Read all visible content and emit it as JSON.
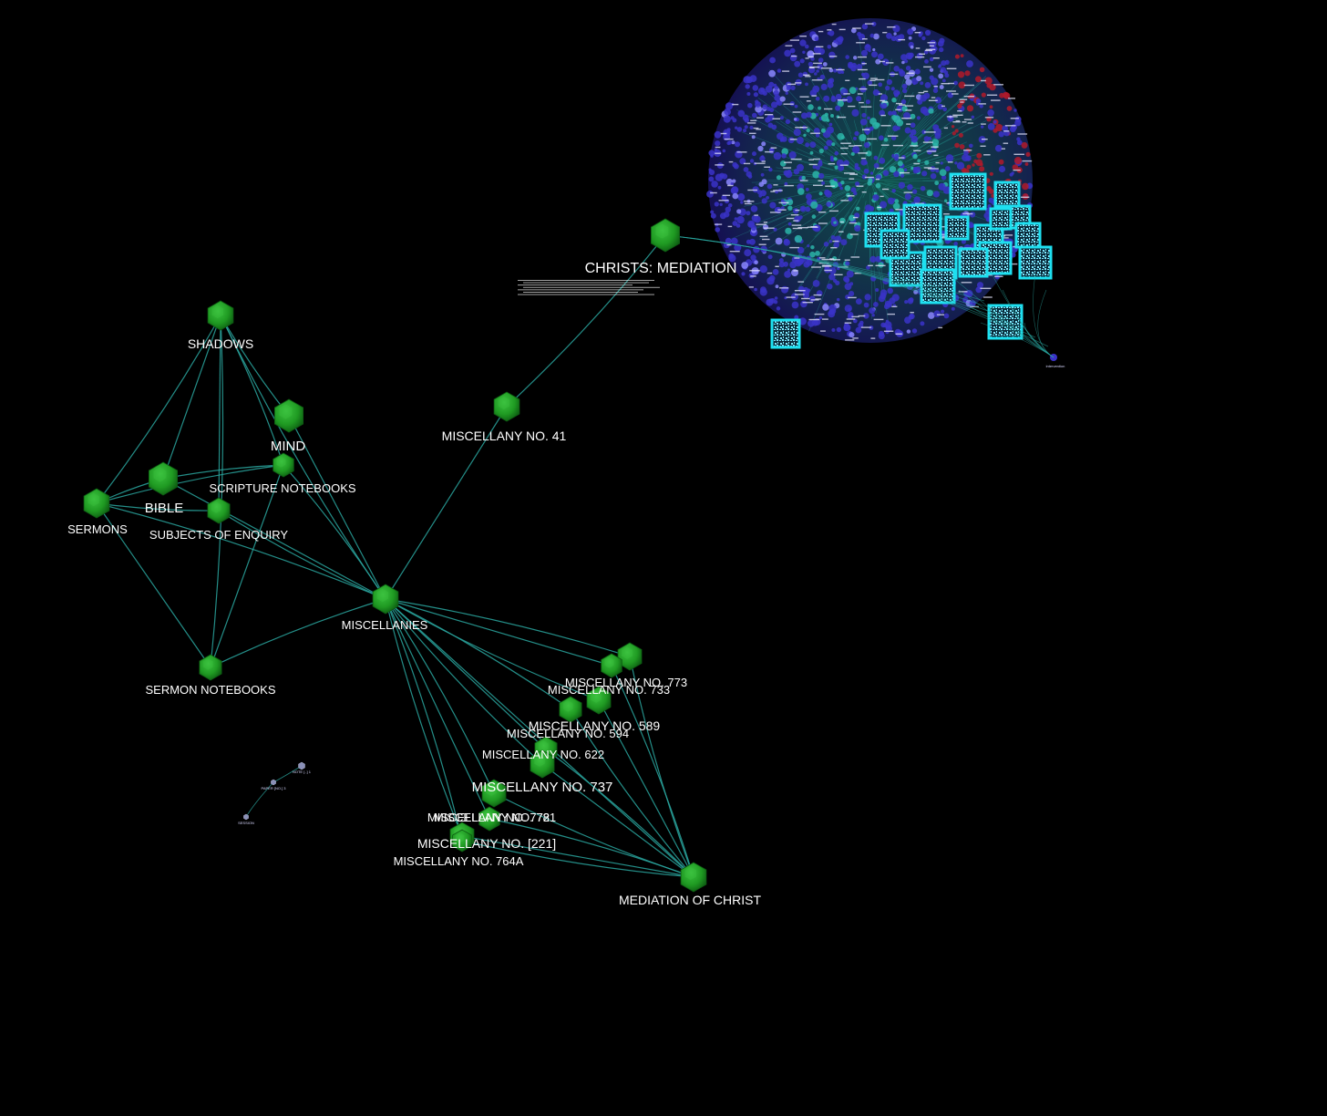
{
  "colors": {
    "background": "#000000",
    "edge": "#2aa7a0",
    "node_green": "#1f9a22",
    "node_green_dark": "#0d5c12",
    "node_green_light": "#3cc240",
    "cluster_blue": "#3a32c8",
    "cluster_red": "#b01a2a",
    "cluster_teal": "#2bb5a8",
    "highlight_cyan": "#1ee0f0"
  },
  "nodes": [
    {
      "id": "shadows",
      "label": "SHADOWS"
    },
    {
      "id": "mind",
      "label": "MIND"
    },
    {
      "id": "bible",
      "label": "BIBLE"
    },
    {
      "id": "scripture",
      "label": "SCRIPTURE NOTEBOOKS"
    },
    {
      "id": "sermons",
      "label": "SERMONS"
    },
    {
      "id": "subjects",
      "label": "SUBJECTS OF ENQUIRY"
    },
    {
      "id": "miscellanies",
      "label": "MISCELLANIES"
    },
    {
      "id": "sermon_nb",
      "label": "SERMON NOTEBOOKS"
    },
    {
      "id": "misc41",
      "label": "MISCELLANY NO. 41"
    },
    {
      "id": "christs_med",
      "label": "CHRISTS: MEDIATION"
    },
    {
      "id": "misc773",
      "label": "MISCELLANY NO. 773"
    },
    {
      "id": "misc733",
      "label": "MISCELLANY NO. 733"
    },
    {
      "id": "misc589",
      "label": "MISCELLANY NO. 589"
    },
    {
      "id": "misc594",
      "label": "MISCELLANY NO. 594"
    },
    {
      "id": "misc622",
      "label": "MISCELLANY NO. 622"
    },
    {
      "id": "misc737",
      "label": "MISCELLANY NO. 737"
    },
    {
      "id": "misc772",
      "label": "MISCELLANY NO. 772"
    },
    {
      "id": "misc781",
      "label": "MISCELLANY NO. 781"
    },
    {
      "id": "misc221",
      "label": "MISCELLANY NO. [221]"
    },
    {
      "id": "misc764a",
      "label": "MISCELLANY NO. 764A"
    },
    {
      "id": "mediation",
      "label": "MEDIATION OF CHRIST"
    }
  ],
  "edges": [
    [
      "shadows",
      "sermons"
    ],
    [
      "shadows",
      "bible"
    ],
    [
      "shadows",
      "mind"
    ],
    [
      "shadows",
      "scripture"
    ],
    [
      "shadows",
      "subjects"
    ],
    [
      "shadows",
      "miscellanies"
    ],
    [
      "shadows",
      "sermon_nb"
    ],
    [
      "mind",
      "miscellanies"
    ],
    [
      "bible",
      "sermons"
    ],
    [
      "bible",
      "scripture"
    ],
    [
      "bible",
      "miscellanies"
    ],
    [
      "scripture",
      "sermons"
    ],
    [
      "scripture",
      "miscellanies"
    ],
    [
      "scripture",
      "sermon_nb"
    ],
    [
      "sermons",
      "subjects"
    ],
    [
      "sermons",
      "miscellanies"
    ],
    [
      "sermons",
      "sermon_nb"
    ],
    [
      "subjects",
      "miscellanies"
    ],
    [
      "sermon_nb",
      "miscellanies"
    ],
    [
      "miscellanies",
      "misc41"
    ],
    [
      "misc41",
      "christs_med"
    ],
    [
      "miscellanies",
      "misc773"
    ],
    [
      "miscellanies",
      "misc733"
    ],
    [
      "miscellanies",
      "misc589"
    ],
    [
      "miscellanies",
      "misc594"
    ],
    [
      "miscellanies",
      "misc622"
    ],
    [
      "miscellanies",
      "misc737"
    ],
    [
      "miscellanies",
      "misc772"
    ],
    [
      "miscellanies",
      "misc781"
    ],
    [
      "miscellanies",
      "misc221"
    ],
    [
      "miscellanies",
      "misc764a"
    ],
    [
      "miscellanies",
      "mediation"
    ],
    [
      "misc773",
      "mediation"
    ],
    [
      "misc733",
      "mediation"
    ],
    [
      "misc589",
      "mediation"
    ],
    [
      "misc594",
      "mediation"
    ],
    [
      "misc622",
      "mediation"
    ],
    [
      "misc737",
      "mediation"
    ],
    [
      "misc772",
      "mediation"
    ],
    [
      "misc781",
      "mediation"
    ],
    [
      "misc221",
      "mediation"
    ],
    [
      "misc764a",
      "mediation"
    ]
  ],
  "satellite_nodes": [
    {
      "id": "sat1",
      "label": "NOTE [..] 1"
    },
    {
      "id": "sat2",
      "label": "PAPER [NO.] 3"
    },
    {
      "id": "sat3",
      "label": "SESSION"
    }
  ],
  "satellite_edges": [
    [
      "sat1",
      "sat2"
    ],
    [
      "sat2",
      "sat3"
    ]
  ],
  "tiny_label": "intervention"
}
